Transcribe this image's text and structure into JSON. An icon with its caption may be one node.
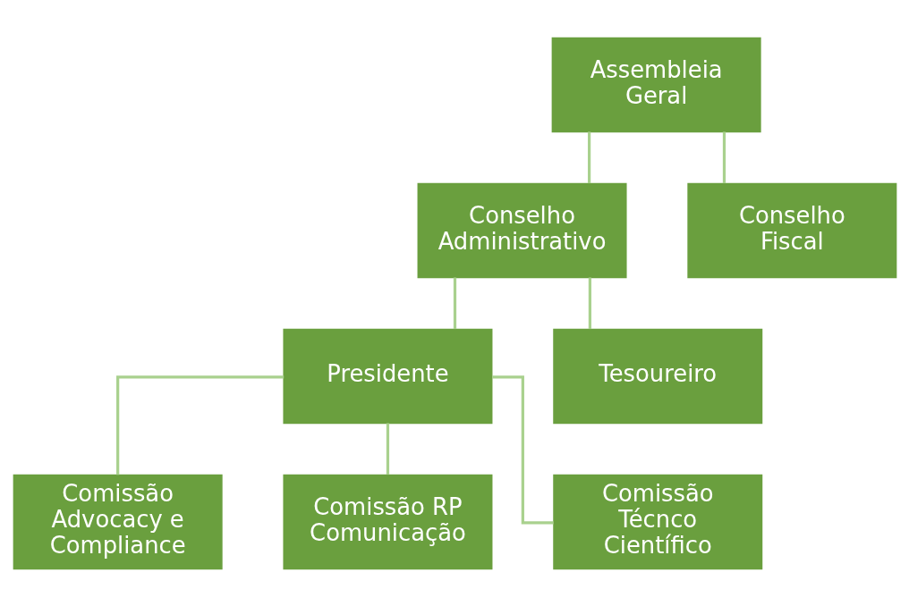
{
  "diagram": {
    "nodes": [
      {
        "text": [
          "Assembleia Geral"
        ]
      },
      {
        "text": [
          "Conselho Administrativo"
        ]
      },
      {
        "text": [
          "Conselho Fiscal"
        ]
      },
      {
        "text": [
          "Presidente"
        ]
      },
      {
        "text": [
          "Tesoureiro"
        ]
      },
      {
        "text": [
          "Comissão Advocacy e Compliance"
        ]
      },
      {
        "text": [
          "Comissão RP Comunicação"
        ]
      },
      {
        "text": [
          "Comissão Técnco Científico"
        ]
      }
    ],
    "edges": [
      {
        "from": 0,
        "to": 1,
        "arrow": "none"
      },
      {
        "from": 0,
        "to": 2,
        "arrow": "none"
      },
      {
        "from": 1,
        "to": 3,
        "arrow": "none"
      },
      {
        "from": 1,
        "to": 4,
        "arrow": "none"
      },
      {
        "from": 3,
        "to": 5,
        "arrow": "none"
      },
      {
        "from": 3,
        "to": 6,
        "arrow": "none"
      },
      {
        "from": 3,
        "to": 7,
        "arrow": "none"
      }
    ]
  }
}
